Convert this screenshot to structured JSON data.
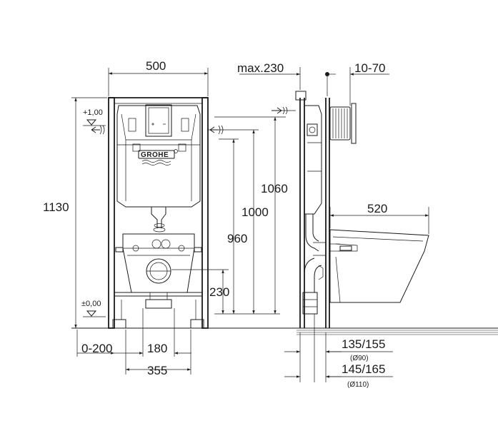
{
  "brand": {
    "logo_text": "GROHE"
  },
  "front_view": {
    "width": "500",
    "height": "1130",
    "level_top": "+1,00",
    "level_floor": "±0,00",
    "height_1060": "1060",
    "height_1000": "1000",
    "height_960": "960",
    "height_230": "230",
    "offset": "0-200",
    "spacing_180": "180",
    "spacing_355": "355"
  },
  "side_view": {
    "max_depth": "max.230",
    "wall_range": "10-70",
    "projection": "520",
    "offset_1": "135/155",
    "diameter_1": "(Ø90)",
    "offset_2": "145/165",
    "diameter_2": "(Ø110)"
  }
}
